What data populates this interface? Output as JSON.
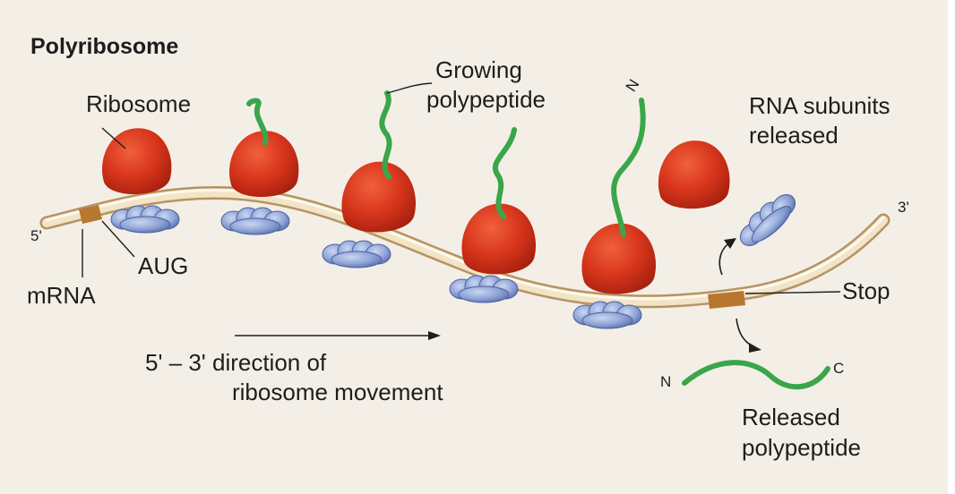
{
  "diagram": {
    "title": "Polyribosome",
    "labels": {
      "ribosome": "Ribosome",
      "growing_1": "Growing",
      "growing_2": "polypeptide",
      "rna_1": "RNA subunits",
      "rna_2": "released",
      "five_prime": "5'",
      "three_prime": "3'",
      "mrna": "mRNA",
      "aug": "AUG",
      "stop": "Stop",
      "direction_1": "5' – 3' direction of",
      "direction_2": "ribosome movement",
      "n_top": "N",
      "n_released": "N",
      "c_released": "C",
      "released_1": "Released",
      "released_2": "polypeptide"
    },
    "colors": {
      "background": "#f4efe6",
      "ribosome_large": "#d8361c",
      "ribosome_small": "#8ea3d6",
      "polypeptide": "#3aa64a",
      "mrna": "#ead7b4",
      "codon": "#b7772e"
    }
  }
}
